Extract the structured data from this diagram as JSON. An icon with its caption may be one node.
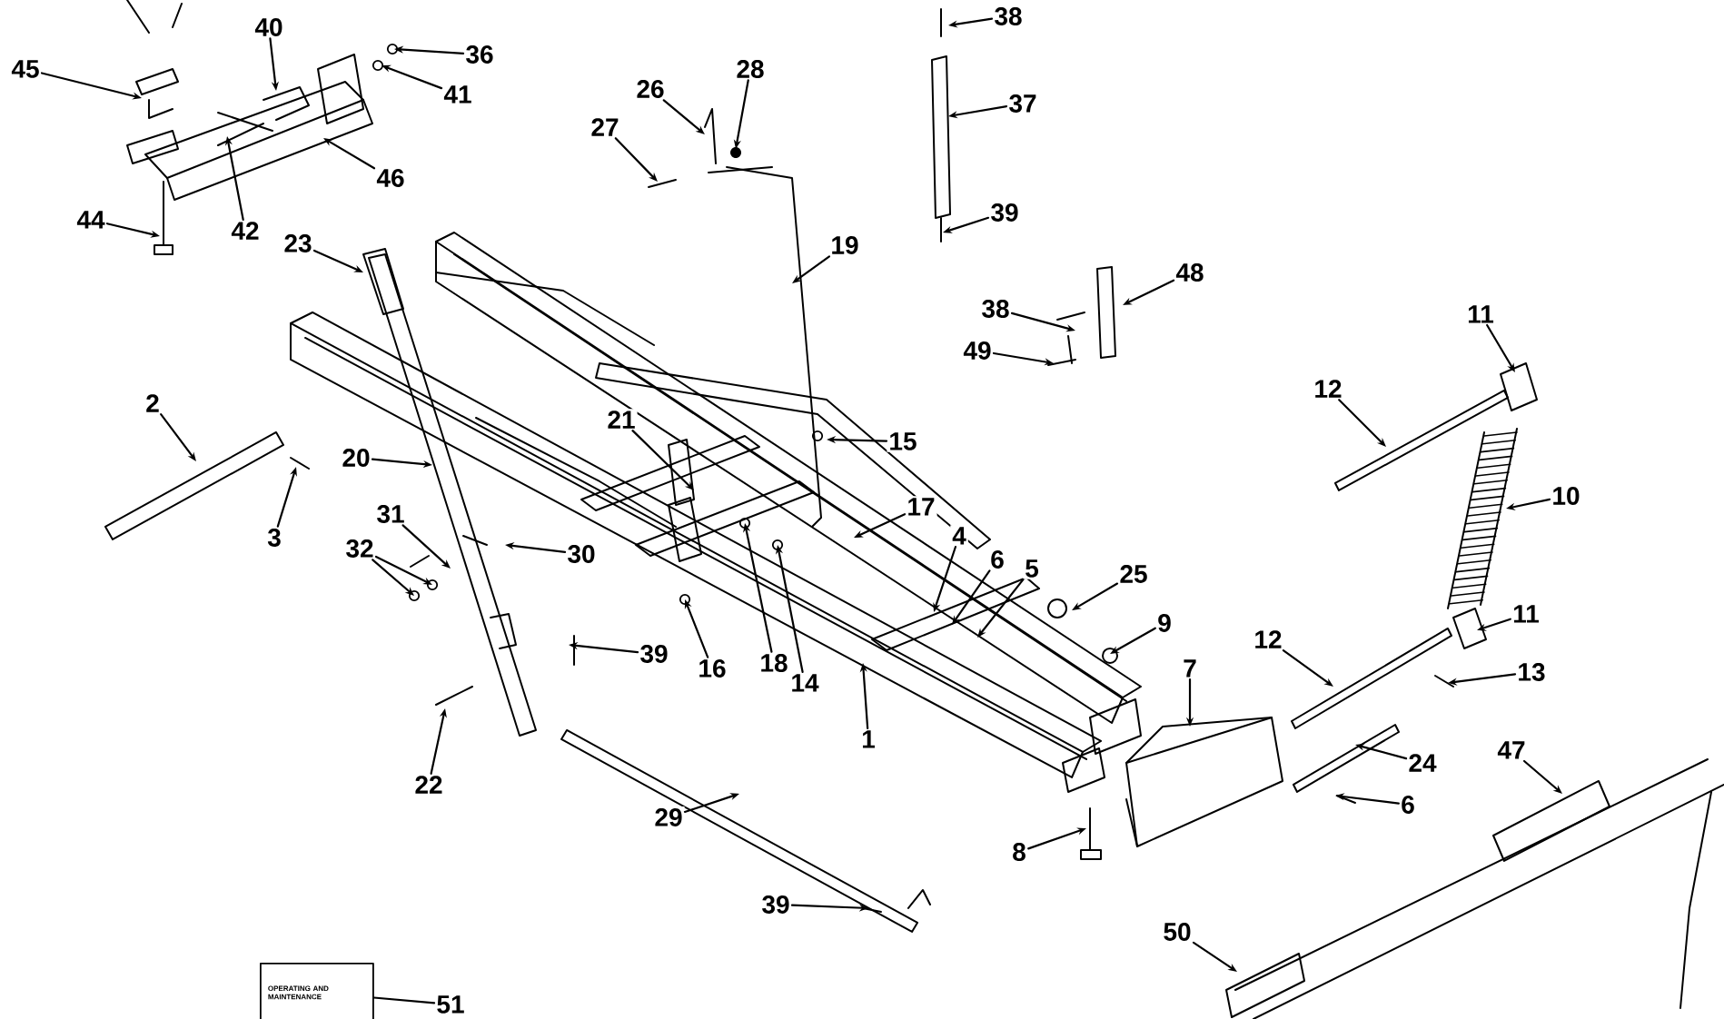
{
  "diagram": {
    "nodes": [
      {
        "text": [
          "40"
        ]
      },
      {
        "text": [
          "36"
        ]
      },
      {
        "text": [
          "41"
        ]
      },
      {
        "text": [
          "45"
        ]
      },
      {
        "text": [
          "46"
        ]
      },
      {
        "text": [
          "42"
        ]
      },
      {
        "text": [
          "44"
        ]
      },
      {
        "text": [
          "23"
        ]
      },
      {
        "text": [
          "26"
        ]
      },
      {
        "text": [
          "28"
        ]
      },
      {
        "text": [
          "27"
        ]
      },
      {
        "text": [
          "19"
        ]
      },
      {
        "text": [
          "38"
        ]
      },
      {
        "text": [
          "37"
        ]
      },
      {
        "text": [
          "39"
        ]
      },
      {
        "text": [
          "48"
        ]
      },
      {
        "text": [
          "38"
        ]
      },
      {
        "text": [
          "49"
        ]
      },
      {
        "text": [
          "11"
        ]
      },
      {
        "text": [
          "12"
        ]
      },
      {
        "text": [
          "10"
        ]
      },
      {
        "text": [
          "2"
        ]
      },
      {
        "text": [
          "3"
        ]
      },
      {
        "text": [
          "20"
        ]
      },
      {
        "text": [
          "21"
        ]
      },
      {
        "text": [
          "15"
        ]
      },
      {
        "text": [
          "17"
        ]
      },
      {
        "text": [
          "4"
        ]
      },
      {
        "text": [
          "6"
        ]
      },
      {
        "text": [
          "5"
        ]
      },
      {
        "text": [
          "25"
        ]
      },
      {
        "text": [
          "9"
        ]
      },
      {
        "text": [
          "31"
        ]
      },
      {
        "text": [
          "32"
        ]
      },
      {
        "text": [
          "30"
        ]
      },
      {
        "text": [
          "39"
        ]
      },
      {
        "text": [
          "16"
        ]
      },
      {
        "text": [
          "18"
        ]
      },
      {
        "text": [
          "14"
        ]
      },
      {
        "text": [
          "1"
        ]
      },
      {
        "text": [
          "22"
        ]
      },
      {
        "text": [
          "7"
        ]
      },
      {
        "text": [
          "11"
        ]
      },
      {
        "text": [
          "12"
        ]
      },
      {
        "text": [
          "13"
        ]
      },
      {
        "text": [
          "24"
        ]
      },
      {
        "text": [
          "6"
        ]
      },
      {
        "text": [
          "47"
        ]
      },
      {
        "text": [
          "8"
        ]
      },
      {
        "text": [
          "29"
        ]
      },
      {
        "text": [
          "39"
        ]
      },
      {
        "text": [
          "50"
        ]
      },
      {
        "text": [
          "51"
        ]
      },
      {
        "text": [
          "OPERATING AND MAINTENANCE"
        ]
      }
    ],
    "edges": [
      {
        "from": 0,
        "to": null,
        "arrow": "to"
      },
      {
        "from": 1,
        "to": null,
        "arrow": "to"
      },
      {
        "from": 2,
        "to": null,
        "arrow": "to"
      },
      {
        "from": 3,
        "to": null,
        "arrow": "to"
      },
      {
        "from": 4,
        "to": null,
        "arrow": "to"
      },
      {
        "from": 5,
        "to": null,
        "arrow": "to"
      },
      {
        "from": 6,
        "to": null,
        "arrow": "to"
      },
      {
        "from": 7,
        "to": null,
        "arrow": "to"
      },
      {
        "from": 8,
        "to": null,
        "arrow": "to"
      },
      {
        "from": 9,
        "to": null,
        "arrow": "to"
      },
      {
        "from": 10,
        "to": null,
        "arrow": "to"
      },
      {
        "from": 11,
        "to": null,
        "arrow": "to"
      },
      {
        "from": 12,
        "to": null,
        "arrow": "to"
      },
      {
        "from": 13,
        "to": null,
        "arrow": "to"
      },
      {
        "from": 14,
        "to": null,
        "arrow": "to"
      },
      {
        "from": 15,
        "to": null,
        "arrow": "to"
      },
      {
        "from": 16,
        "to": null,
        "arrow": "to"
      },
      {
        "from": 17,
        "to": null,
        "arrow": "to"
      },
      {
        "from": 18,
        "to": null,
        "arrow": "to"
      },
      {
        "from": 19,
        "to": null,
        "arrow": "to"
      },
      {
        "from": 20,
        "to": null,
        "arrow": "to"
      },
      {
        "from": 21,
        "to": null,
        "arrow": "to"
      },
      {
        "from": 22,
        "to": null,
        "arrow": "to"
      },
      {
        "from": 23,
        "to": null,
        "arrow": "to"
      },
      {
        "from": 24,
        "to": null,
        "arrow": "to"
      },
      {
        "from": 25,
        "to": null,
        "arrow": "to"
      },
      {
        "from": 26,
        "to": null,
        "arrow": "to"
      },
      {
        "from": 27,
        "to": null,
        "arrow": "to"
      },
      {
        "from": 28,
        "to": null,
        "arrow": "to"
      },
      {
        "from": 29,
        "to": null,
        "arrow": "to"
      },
      {
        "from": 30,
        "to": null,
        "arrow": "to"
      },
      {
        "from": 31,
        "to": null,
        "arrow": "to"
      },
      {
        "from": 32,
        "to": null,
        "arrow": "to"
      },
      {
        "from": 33,
        "to": null,
        "arrow": "to"
      },
      {
        "from": 33,
        "to": null,
        "arrow": "to"
      },
      {
        "from": 34,
        "to": null,
        "arrow": "to"
      },
      {
        "from": 35,
        "to": null,
        "arrow": "to"
      },
      {
        "from": 36,
        "to": null,
        "arrow": "to"
      },
      {
        "from": 37,
        "to": null,
        "arrow": "to"
      },
      {
        "from": 38,
        "to": null,
        "arrow": "to"
      },
      {
        "from": 39,
        "to": null,
        "arrow": "to"
      },
      {
        "from": 40,
        "to": null,
        "arrow": "to"
      },
      {
        "from": 41,
        "to": null,
        "arrow": "to"
      },
      {
        "from": 42,
        "to": null,
        "arrow": "to"
      },
      {
        "from": 43,
        "to": null,
        "arrow": "to"
      },
      {
        "from": 44,
        "to": null,
        "arrow": "to"
      },
      {
        "from": 45,
        "to": null,
        "arrow": "to"
      },
      {
        "from": 46,
        "to": null,
        "arrow": "to"
      },
      {
        "from": 47,
        "to": null,
        "arrow": "to"
      },
      {
        "from": 48,
        "to": null,
        "arrow": "to"
      },
      {
        "from": 49,
        "to": null,
        "arrow": "to"
      },
      {
        "from": 50,
        "to": null,
        "arrow": "to"
      },
      {
        "from": 51,
        "to": null,
        "arrow": "to"
      },
      {
        "from": 52,
        "to": 53,
        "arrow": "none"
      }
    ]
  }
}
